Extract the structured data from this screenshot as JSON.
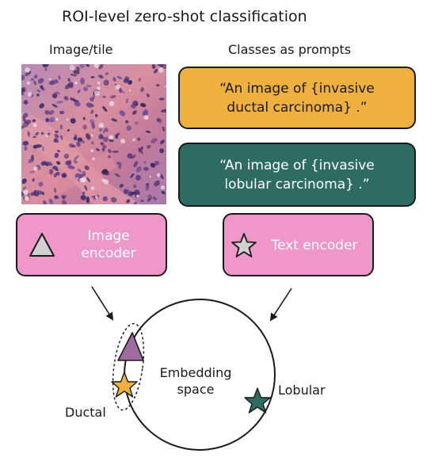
{
  "title": "ROI-level zero-shot classification",
  "image_column_label": "Image/tile",
  "prompts_column_label": "Classes as prompts",
  "prompts": [
    {
      "line1": "“An image of {invasive",
      "line2": "ductal carcinoma} .”",
      "color": "#f0b03d"
    },
    {
      "line1": "“An image of {invasive",
      "line2": "lobular carcinoma} .”",
      "color": "#2e6b63"
    }
  ],
  "image_encoder": {
    "line1": "Image",
    "line2": "encoder",
    "icon": "triangle-icon",
    "color": "#ef97c8"
  },
  "text_encoder": {
    "label": "Text encoder",
    "icon": "star-icon",
    "color": "#ef97c8"
  },
  "embedding_space": {
    "line1": "Embedding",
    "line2": "space"
  },
  "points": {
    "ductal": {
      "label": "Ductal",
      "color": "#f0b03d"
    },
    "lobular": {
      "label": "Lobular",
      "color": "#2e6b63"
    },
    "image_marker_color": "#a06aa5"
  }
}
